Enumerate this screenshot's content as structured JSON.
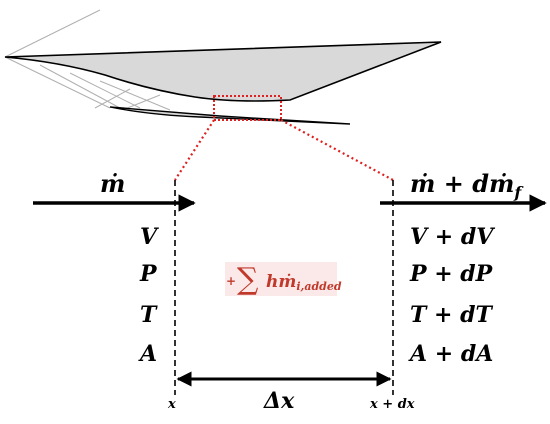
{
  "inlet": {
    "mass_flow": "ṁ",
    "velocity": "V",
    "pressure": "P",
    "temperature": "T",
    "area": "A",
    "position": "x"
  },
  "outlet": {
    "mass_flow": "ṁ + dṁ",
    "mass_flow_subscript": "f",
    "velocity": "V + dV",
    "pressure": "P + dP",
    "temperature": "T + dT",
    "area": "A + dA",
    "position": "x + dx"
  },
  "source_term": {
    "prefix": "+",
    "sum_symbol": "∑",
    "term": "hṁ",
    "subscript": "i,added"
  },
  "width_label": "Δx",
  "colors": {
    "outline": "#000000",
    "geometry_fill": "#d9d9d9",
    "highlight": "#e02020",
    "source_text": "#c0392b",
    "source_bg": "#fbe9ea"
  }
}
